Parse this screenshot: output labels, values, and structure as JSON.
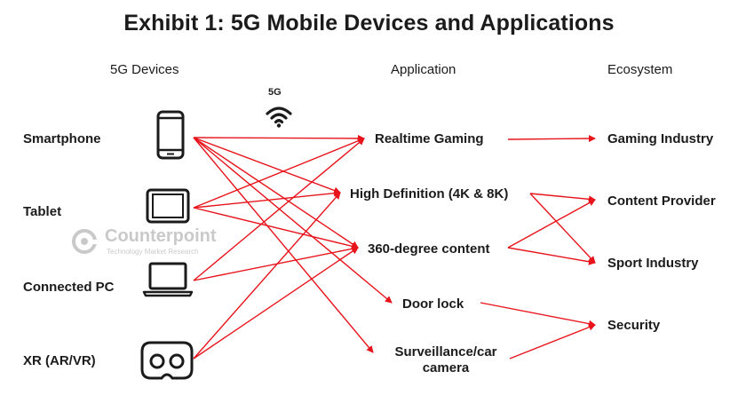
{
  "title": "Exhibit 1: 5G Mobile Devices and Applications",
  "columns": {
    "devices": "5G Devices",
    "application": "Application",
    "ecosystem": "Ecosystem"
  },
  "wifi_label": "5G",
  "devices": [
    {
      "label": "Smartphone",
      "icon": "smartphone-icon"
    },
    {
      "label": "Tablet",
      "icon": "tablet-icon"
    },
    {
      "label": "Connected PC",
      "icon": "laptop-icon"
    },
    {
      "label": "XR (AR/VR)",
      "icon": "vr-headset-icon"
    }
  ],
  "applications": [
    {
      "label": "Realtime Gaming"
    },
    {
      "label": "High Definition (4K & 8K)"
    },
    {
      "label": "360-degree content"
    },
    {
      "label": "Door lock"
    },
    {
      "label": "Surveillance/car",
      "label2": "camera"
    }
  ],
  "ecosystem": [
    {
      "label": "Gaming Industry"
    },
    {
      "label": "Content Provider"
    },
    {
      "label": "Sport Industry"
    },
    {
      "label": "Security"
    }
  ],
  "watermark": {
    "brand": "Counterpoint",
    "tagline": "Technology Market Research"
  },
  "colors": {
    "arrow": "#e8131b",
    "text": "#1b1b1b",
    "watermark": "#8a8a8a"
  },
  "links_device_to_app": [
    [
      0,
      0
    ],
    [
      0,
      1
    ],
    [
      0,
      2
    ],
    [
      0,
      3
    ],
    [
      0,
      4
    ],
    [
      1,
      0
    ],
    [
      1,
      1
    ],
    [
      1,
      2
    ],
    [
      2,
      0
    ],
    [
      2,
      2
    ],
    [
      3,
      1
    ],
    [
      3,
      2
    ]
  ],
  "links_app_to_ecosystem": [
    [
      0,
      0
    ],
    [
      1,
      1
    ],
    [
      1,
      2
    ],
    [
      2,
      1
    ],
    [
      2,
      2
    ],
    [
      3,
      3
    ],
    [
      4,
      3
    ]
  ]
}
